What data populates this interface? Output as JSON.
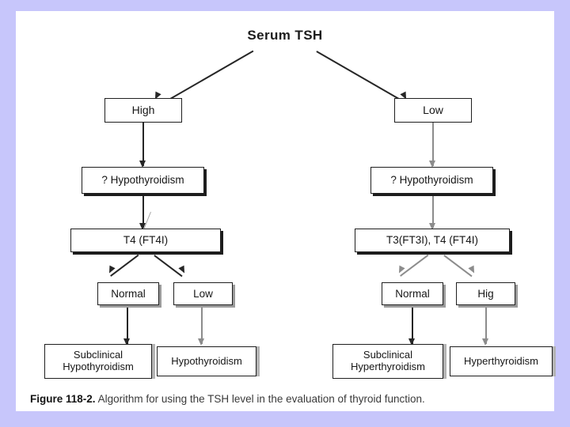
{
  "figure": {
    "title": "Serum TSH",
    "caption_label": "Figure 118-2.",
    "caption_text": "Algorithm for using the TSH level in the evaluation of thyroid function.",
    "branches": {
      "left": {
        "tsh_result": "High",
        "suspicion": "? Hypothyroidism",
        "test": "T4 (FT4I)",
        "outcomes": [
          {
            "result": "Normal",
            "diagnosis": "Subclinical\nHypothyroidism"
          },
          {
            "result": "Low",
            "diagnosis": "Hypothyroidism"
          }
        ]
      },
      "right": {
        "tsh_result": "Low",
        "suspicion": "? Hypothyroidism",
        "test": "T3(FT3I), T4 (FT4I)",
        "outcomes": [
          {
            "result": "Normal",
            "diagnosis": "Subclinical\nHyperthyroidism"
          },
          {
            "result": "Hig",
            "diagnosis": "Hyperthyroidism"
          }
        ]
      }
    },
    "colors": {
      "page_border": "#c7c6fb",
      "canvas": "#ffffff",
      "ink": "#1f1f1f",
      "shadow_dark": "#1d1d1d",
      "shadow_soft": "#9a9a9a"
    }
  }
}
